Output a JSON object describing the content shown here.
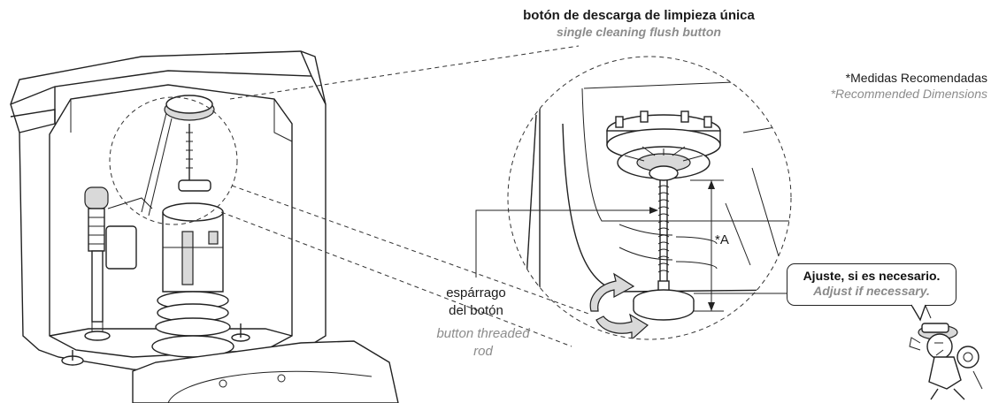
{
  "title": {
    "es": "botón de descarga de limpieza única",
    "en": "single cleaning flush button"
  },
  "note": {
    "es": "*Medidas Recomendadas",
    "en": "*Recommended Dimensions"
  },
  "rod_label": {
    "es_line1": "espárrago",
    "es_line2": "del botón",
    "en_line1": "button threaded",
    "en_line2": "rod"
  },
  "dimension_label": "*A",
  "callout": {
    "es": "Ajuste, si es necesario.",
    "en": "Adjust if necessary."
  },
  "colors": {
    "text_primary": "#1a1a1a",
    "text_secondary": "#8c8c8c",
    "line": "#222222",
    "part_fill": "#d9d9d9"
  }
}
